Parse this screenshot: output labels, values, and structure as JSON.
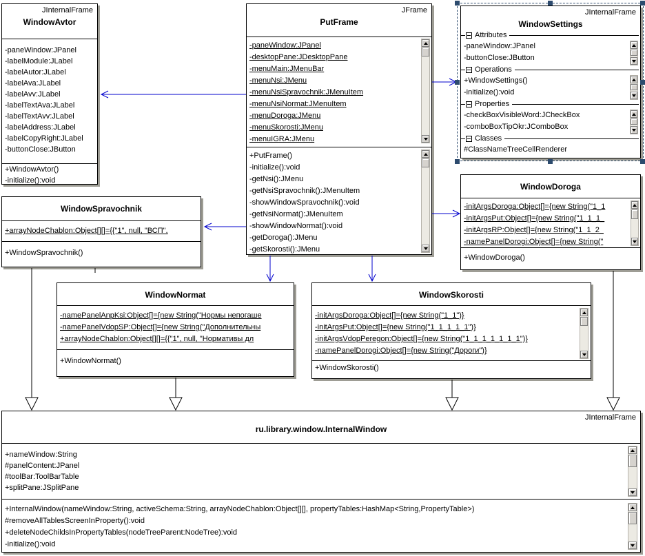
{
  "colors": {
    "dependency_arrow": "#0000cc",
    "generalization_line": "#000000",
    "selection": "#2d4b6e",
    "box_shadow": "#9e9d95"
  },
  "classes": {
    "windowAvtor": {
      "stereotype": "JInternalFrame",
      "name": "WindowAvtor",
      "attributes": [
        "-paneWindow:JPanel",
        "-labelModule:JLabel",
        "-labelAutor:JLabel",
        "-labelAva:JLabel",
        "-labelAvv:JLabel",
        "-labelTextAva:JLabel",
        "-labelTextAvv:JLabel",
        "-labelAddress:JLabel",
        "-labelCopyRight:JLabel",
        "-buttonClose:JButton"
      ],
      "methods": [
        "+WindowAvtor()",
        "-initialize():void"
      ]
    },
    "putFrame": {
      "stereotype": "JFrame",
      "name": "PutFrame",
      "attributes": [
        "-paneWindow:JPanel",
        "-desktopPane:JDesktopPane",
        "-menuMain:JMenuBar",
        "-menuNsi:JMenu",
        "-menuNsiSpravochnik:JMenuItem",
        "-menuNsiNormat:JMenuItem",
        "-menuDoroga:JMenu",
        "-menuSkorosti:JMenu",
        "-menuIGRA:JMenu"
      ],
      "methods": [
        "+PutFrame()",
        "-initialize():void",
        "-getNsi():JMenu",
        "-getNsiSpravochnik():JMenuItem",
        "-showWindowSpravochnik():void",
        "-getNsiNormat():JMenuItem",
        "-showWindowNormat():void",
        "-getDoroga():JMenu",
        "-getSkorosti():JMenu"
      ]
    },
    "windowSettings": {
      "stereotype": "JInternalFrame",
      "name": "WindowSettings",
      "sections": {
        "attributes": {
          "title": "Attributes",
          "items": [
            "-paneWindow:JPanel",
            "-buttonClose:JButton"
          ]
        },
        "operations": {
          "title": "Operations",
          "items": [
            "+WindowSettings()",
            "-initialize():void"
          ]
        },
        "properties": {
          "title": "Properties",
          "items": [
            "-checkBoxVisibleWord:JCheckBox",
            "-comboBoxTipOkr:JComboBox"
          ]
        },
        "classes": {
          "title": "Classes",
          "items": [
            "#ClassNameTreeCellRenderer"
          ]
        }
      }
    },
    "windowDoroga": {
      "name": "WindowDoroga",
      "attributes": [
        "-initArgsDoroga:Object[]={new String(\"1_1",
        "-initArgsPut:Object[]={new String(\"1_1_1_",
        "-initArgsRP:Object[]={new String(\"1_1_2_",
        "-namePanelDorogi:Object[]={new String(\""
      ],
      "methods": [
        "+WindowDoroga()"
      ]
    },
    "windowSpravochnik": {
      "name": "WindowSpravochnik",
      "attributes": [
        "+arrayNodeChablon:Object[][]={{\"1\", null, \"ВСП\","
      ],
      "methods": [
        "+WindowSpravochnik()"
      ]
    },
    "windowNormat": {
      "name": "WindowNormat",
      "attributes": [
        "-namePanelAnpKsi:Object[]={new String(\"Нормы непогаше",
        "-namePanelVdopSP:Object[]={new String(\"Дополнительны",
        "+arrayNodeChablon:Object[][]={{\"1\", null, \"Нормативы дл"
      ],
      "methods": [
        "+WindowNormat()"
      ]
    },
    "windowSkorosti": {
      "name": "WindowSkorosti",
      "attributes": [
        "-initArgsDoroga:Object[]={new String(\"1_1\")}",
        "-initArgsPut:Object[]={new String(\"1_1_1_1_1\")}",
        "-initArgsVdopPeregon:Object[]={new String(\"1_1_1_1_1_1_1\")}",
        "-namePanelDorogi:Object[]={new String(\"Дороги\")}"
      ],
      "methods": [
        "+WindowSkorosti()"
      ]
    },
    "internalWindow": {
      "stereotype": "JInternalFrame",
      "name": "ru.library.window.InternalWindow",
      "attributes": [
        "+nameWindow:String",
        "#panelContent:JPanel",
        "#toolBar:ToolBarTable",
        "+splitPane:JSplitPane"
      ],
      "methods": [
        "+InternalWindow(nameWindow:String, activeSchema:String, arrayNodeChablon:Object[][], propertyTables:HashMap<String,PropertyTable>)",
        "#removeAllTablesScreenInProperty():void",
        "+deleteNodeChildsInPropertyTables(nodeTreeParent:NodeTree):void",
        "-initialize():void"
      ]
    }
  }
}
